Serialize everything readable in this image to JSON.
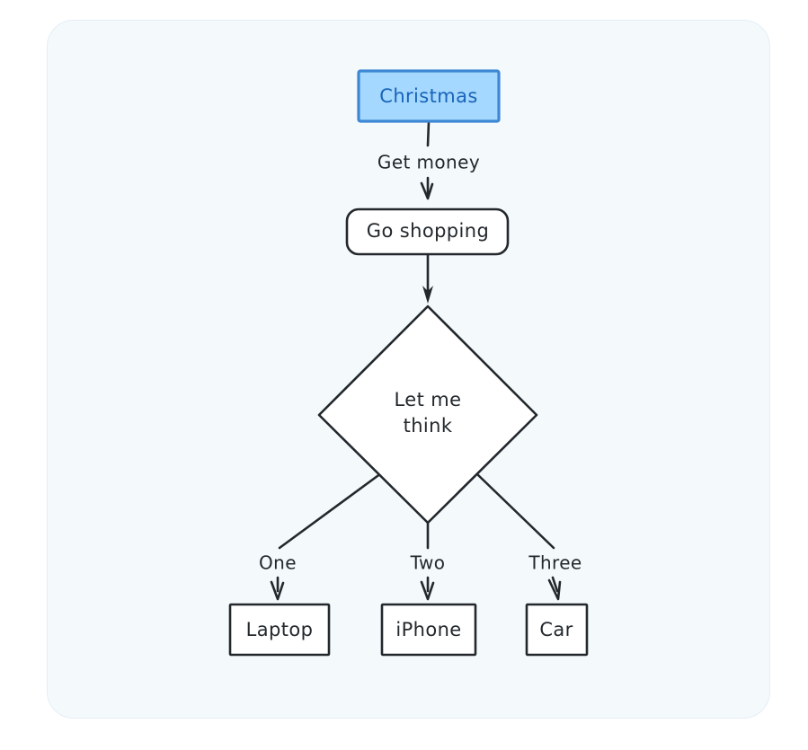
{
  "diagram": {
    "type": "flowchart",
    "direction": "top-down",
    "panel": {
      "background_color": "#f4f9fc",
      "border_color": "#e3eef6",
      "page_background_color": "#ffffff"
    },
    "style": {
      "stroke_color": "#23282d",
      "node_fill": "#ffffff",
      "accent_fill": "#a5d8ff",
      "accent_stroke": "#3d87d4",
      "accent_text": "#1964b8"
    },
    "nodes": [
      {
        "id": "christmas",
        "label": "Christmas",
        "shape": "rectangle",
        "highlighted": true
      },
      {
        "id": "go-shopping",
        "label": "Go shopping",
        "shape": "rounded-rectangle",
        "highlighted": false
      },
      {
        "id": "let-me-think",
        "label": "Let me think",
        "label_line1": "Let me",
        "label_line2": "think",
        "shape": "diamond",
        "highlighted": false
      },
      {
        "id": "laptop",
        "label": "Laptop",
        "shape": "rectangle",
        "highlighted": false
      },
      {
        "id": "iphone",
        "label": "iPhone",
        "shape": "rectangle",
        "highlighted": false
      },
      {
        "id": "car",
        "label": "Car",
        "shape": "rectangle",
        "highlighted": false
      }
    ],
    "edges": [
      {
        "id": "e1",
        "from": "christmas",
        "to": "go-shopping",
        "label": "Get money"
      },
      {
        "id": "e2",
        "from": "go-shopping",
        "to": "let-me-think",
        "label": ""
      },
      {
        "id": "e3",
        "from": "let-me-think",
        "to": "laptop",
        "label": "One"
      },
      {
        "id": "e4",
        "from": "let-me-think",
        "to": "iphone",
        "label": "Two"
      },
      {
        "id": "e5",
        "from": "let-me-think",
        "to": "car",
        "label": "Three"
      }
    ]
  }
}
